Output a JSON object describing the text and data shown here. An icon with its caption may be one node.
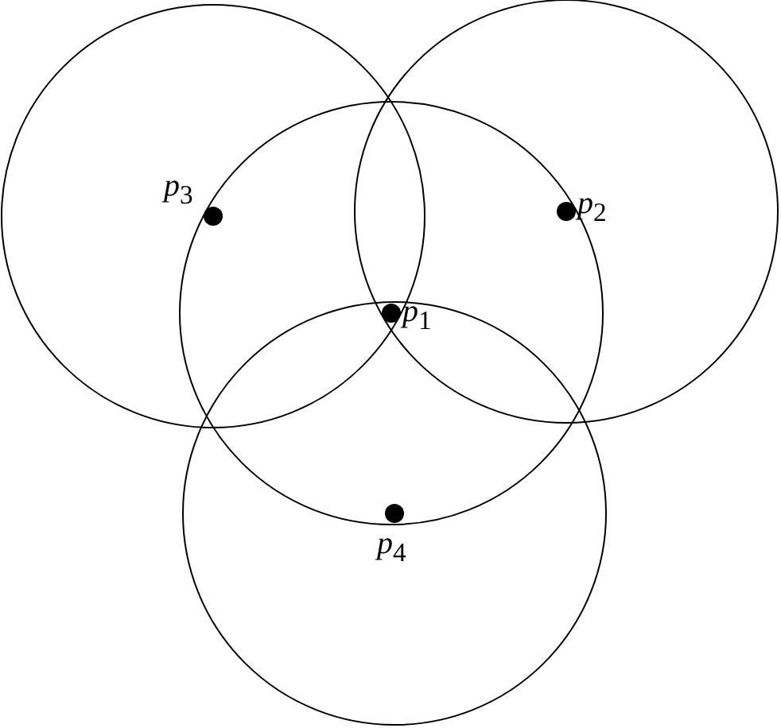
{
  "diagram": {
    "labels": [
      "*p*$_{3}$",
      "*p*$_{2}$",
      "*p*$_{1}$",
      "*p*$_{4}$"
    ]
  }
}
